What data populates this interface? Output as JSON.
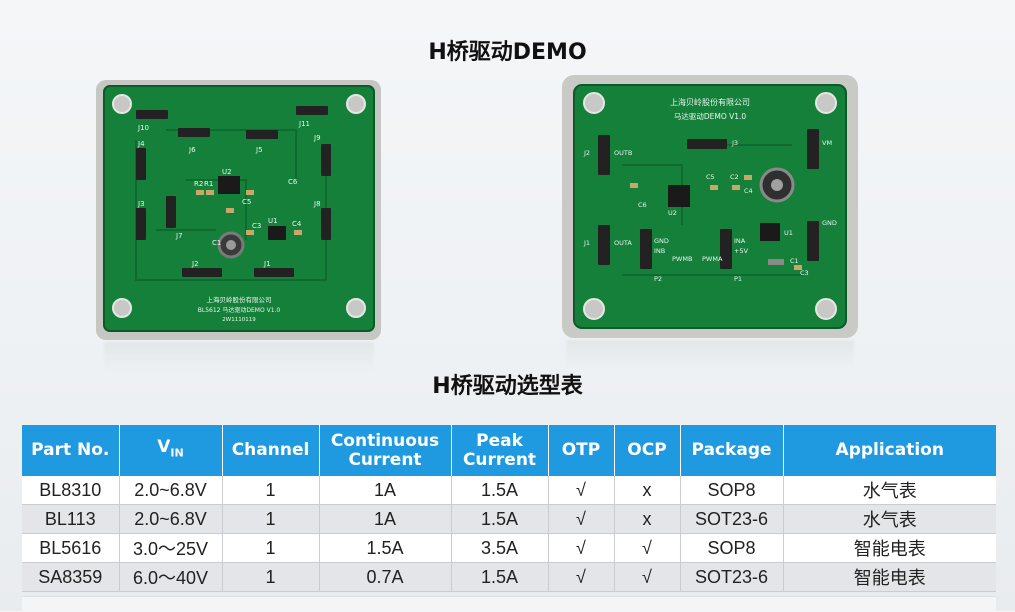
{
  "titles": {
    "demo": "H桥驱动DEMO",
    "table": "H桥驱动选型表"
  },
  "left_board": {
    "company": "上海贝岭股份有限公司",
    "board_name": "BL5612 马达驱动DEMO V1.0",
    "serial": "2W1110119",
    "labels": [
      "J10",
      "J11",
      "J6",
      "J5",
      "J4",
      "J9",
      "U2",
      "J3",
      "J7",
      "U1",
      "J8",
      "J2",
      "J1",
      "C1",
      "C3",
      "C4",
      "C6",
      "C5",
      "R2",
      "R1"
    ]
  },
  "right_board": {
    "company": "上海贝岭股份有限公司",
    "board_name": "马达驱动DEMO V1.0",
    "labels": [
      "OUTB",
      "OUTA",
      "J3",
      "J2",
      "J1",
      "U1",
      "U2",
      "C6",
      "C5",
      "C4",
      "C2",
      "C1",
      "C3",
      "P1",
      "P2",
      "PWMB",
      "PWMA",
      "GND",
      "INB",
      "INA",
      "+5V",
      "GND",
      "VM"
    ]
  },
  "table": {
    "headers": [
      "Part No.",
      "V",
      "Channel",
      "Continuous Current",
      "Peak Current",
      "OTP",
      "OCP",
      "Package",
      "Application"
    ],
    "vin_sub": "IN",
    "rows": [
      [
        "BL8310",
        "2.0~6.8V",
        "1",
        "1A",
        "1.5A",
        "√",
        "x",
        "SOP8",
        "水气表"
      ],
      [
        "BL113",
        "2.0~6.8V",
        "1",
        "1A",
        "1.5A",
        "√",
        "x",
        "SOT23-6",
        "水气表"
      ],
      [
        "BL5616",
        "3.0～25V",
        "1",
        "1.5A",
        "3.5A",
        "√",
        "√",
        "SOP8",
        "智能电表"
      ],
      [
        "SA8359",
        "6.0～40V",
        "1",
        "0.7A",
        "1.5A",
        "√",
        "√",
        "SOT23-6",
        "智能电表"
      ]
    ]
  },
  "colors": {
    "header_blue": "#1f9ae0",
    "pcb_green": "#14803a",
    "plate_gray": "#c9c9c5"
  }
}
